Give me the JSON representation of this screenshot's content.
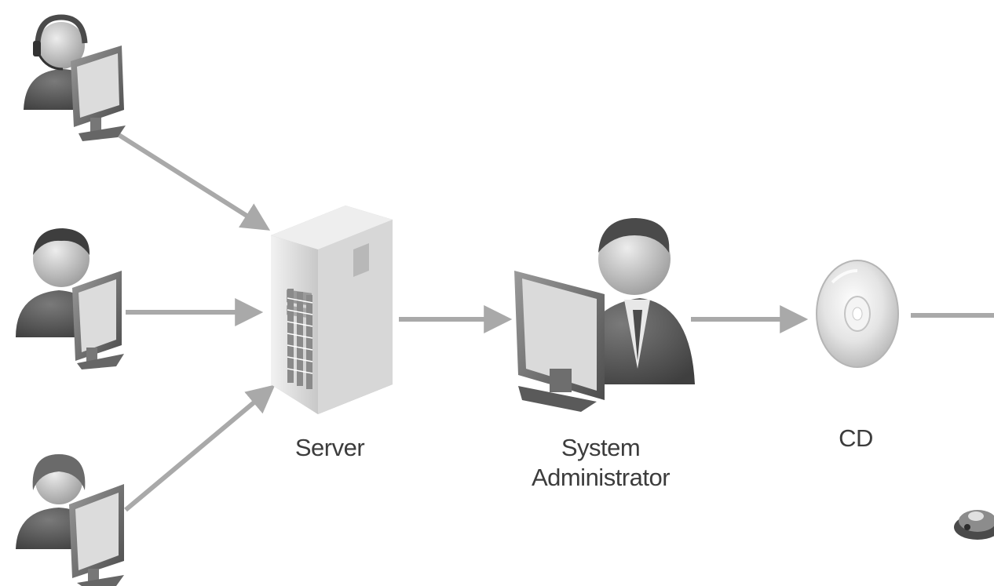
{
  "nodes": {
    "server": {
      "label": "Server",
      "icon": "server-tower-icon"
    },
    "system_admin": {
      "line1": "System",
      "line2": "Administrator",
      "icon": "admin-at-computer-icon"
    },
    "cd": {
      "label": "CD",
      "icon": "cd-disc-icon"
    },
    "users": [
      {
        "icon": "user-headset-computer-icon"
      },
      {
        "icon": "user-computer-icon"
      },
      {
        "icon": "user-female-computer-icon"
      }
    ]
  },
  "colors": {
    "arrow": "#a9a9a9",
    "label": "#3c3c3c",
    "icon_dark": "#5a5a5a",
    "icon_light": "#cfcfcf"
  }
}
